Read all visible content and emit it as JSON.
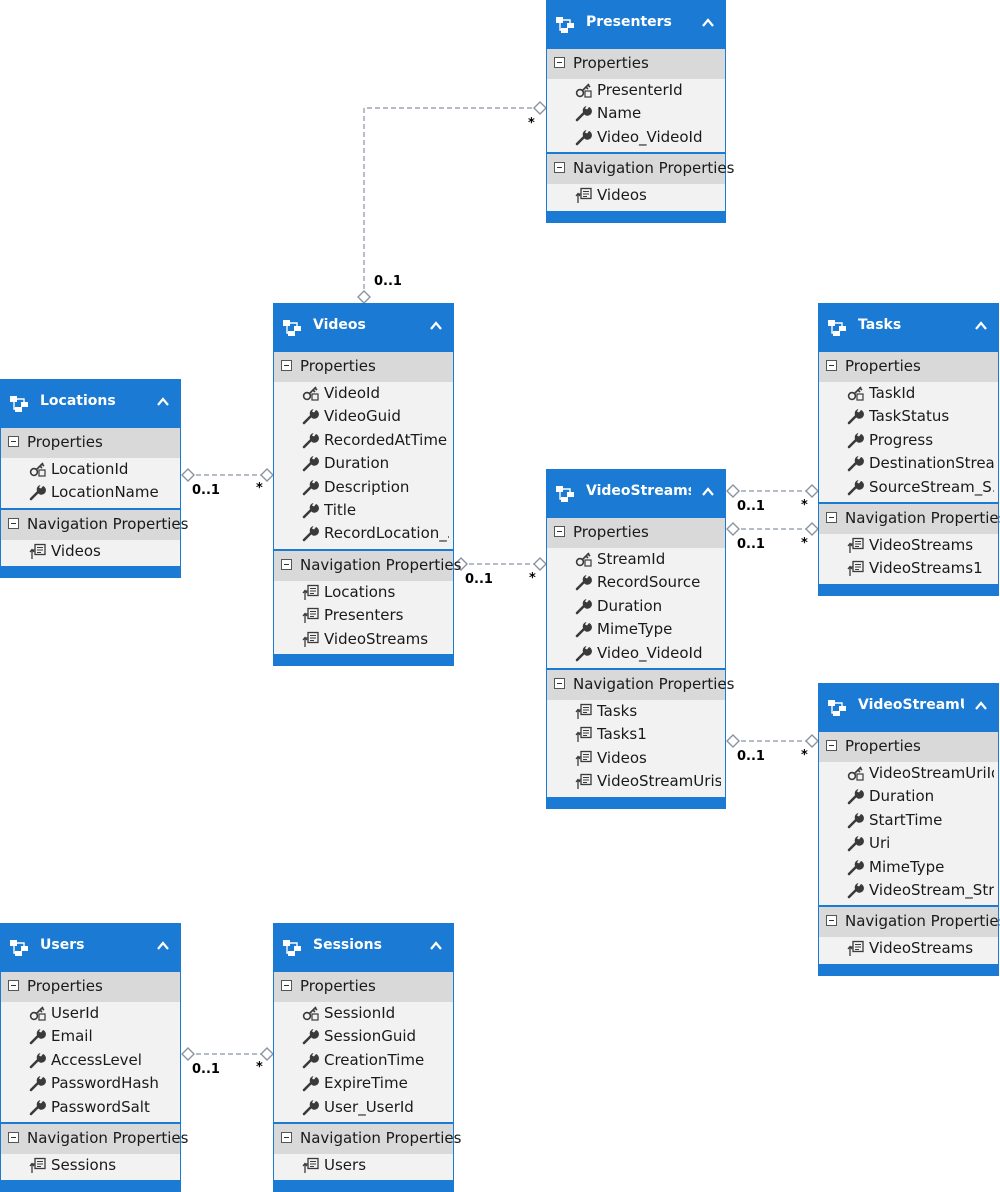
{
  "entities": [
    {
      "key": "presenters",
      "title": "Presenters",
      "properties_label": "Properties",
      "properties": [
        {
          "name": "PresenterId",
          "kind": "key"
        },
        {
          "name": "Name",
          "kind": "prop"
        },
        {
          "name": "Video_VideoId",
          "kind": "prop"
        }
      ],
      "navigation_label": "Navigation Properties",
      "navigation": [
        {
          "name": "Videos"
        }
      ]
    },
    {
      "key": "videos",
      "title": "Videos",
      "properties_label": "Properties",
      "properties": [
        {
          "name": "VideoId",
          "kind": "key"
        },
        {
          "name": "VideoGuid",
          "kind": "prop"
        },
        {
          "name": "RecordedAtTime",
          "kind": "prop"
        },
        {
          "name": "Duration",
          "kind": "prop"
        },
        {
          "name": "Description",
          "kind": "prop"
        },
        {
          "name": "Title",
          "kind": "prop"
        },
        {
          "name": "RecordLocation_...",
          "kind": "prop"
        }
      ],
      "navigation_label": "Navigation Properties",
      "navigation": [
        {
          "name": "Locations"
        },
        {
          "name": "Presenters"
        },
        {
          "name": "VideoStreams"
        }
      ]
    },
    {
      "key": "locations",
      "title": "Locations",
      "properties_label": "Properties",
      "properties": [
        {
          "name": "LocationId",
          "kind": "key"
        },
        {
          "name": "LocationName",
          "kind": "prop"
        }
      ],
      "navigation_label": "Navigation Properties",
      "navigation": [
        {
          "name": "Videos"
        }
      ]
    },
    {
      "key": "tasks",
      "title": "Tasks",
      "properties_label": "Properties",
      "properties": [
        {
          "name": "TaskId",
          "kind": "key"
        },
        {
          "name": "TaskStatus",
          "kind": "prop"
        },
        {
          "name": "Progress",
          "kind": "prop"
        },
        {
          "name": "DestinationStrea...",
          "kind": "prop"
        },
        {
          "name": "SourceStream_S...",
          "kind": "prop"
        }
      ],
      "navigation_label": "Navigation Properties",
      "navigation": [
        {
          "name": "VideoStreams"
        },
        {
          "name": "VideoStreams1"
        }
      ]
    },
    {
      "key": "videostreams",
      "title": "VideoStreams",
      "properties_label": "Properties",
      "properties": [
        {
          "name": "StreamId",
          "kind": "key"
        },
        {
          "name": "RecordSource",
          "kind": "prop"
        },
        {
          "name": "Duration",
          "kind": "prop"
        },
        {
          "name": "MimeType",
          "kind": "prop"
        },
        {
          "name": "Video_VideoId",
          "kind": "prop"
        }
      ],
      "navigation_label": "Navigation Properties",
      "navigation": [
        {
          "name": "Tasks"
        },
        {
          "name": "Tasks1"
        },
        {
          "name": "Videos"
        },
        {
          "name": "VideoStreamUris"
        }
      ]
    },
    {
      "key": "videostreamuris",
      "title": "VideoStreamU...",
      "properties_label": "Properties",
      "properties": [
        {
          "name": "VideoStreamUriId",
          "kind": "key"
        },
        {
          "name": "Duration",
          "kind": "prop"
        },
        {
          "name": "StartTime",
          "kind": "prop"
        },
        {
          "name": "Uri",
          "kind": "prop"
        },
        {
          "name": "MimeType",
          "kind": "prop"
        },
        {
          "name": "VideoStream_Str...",
          "kind": "prop"
        }
      ],
      "navigation_label": "Navigation Properties",
      "navigation": [
        {
          "name": "VideoStreams"
        }
      ]
    },
    {
      "key": "users",
      "title": "Users",
      "properties_label": "Properties",
      "properties": [
        {
          "name": "UserId",
          "kind": "key"
        },
        {
          "name": "Email",
          "kind": "prop"
        },
        {
          "name": "AccessLevel",
          "kind": "prop"
        },
        {
          "name": "PasswordHash",
          "kind": "prop"
        },
        {
          "name": "PasswordSalt",
          "kind": "prop"
        }
      ],
      "navigation_label": "Navigation Properties",
      "navigation": [
        {
          "name": "Sessions"
        }
      ]
    },
    {
      "key": "sessions",
      "title": "Sessions",
      "properties_label": "Properties",
      "properties": [
        {
          "name": "SessionId",
          "kind": "key"
        },
        {
          "name": "SessionGuid",
          "kind": "prop"
        },
        {
          "name": "CreationTime",
          "kind": "prop"
        },
        {
          "name": "ExpireTime",
          "kind": "prop"
        },
        {
          "name": "User_UserId",
          "kind": "prop"
        }
      ],
      "navigation_label": "Navigation Properties",
      "navigation": [
        {
          "name": "Users"
        }
      ]
    }
  ],
  "associations": [
    {
      "key": "videos-presenters",
      "from": "videos",
      "to": "presenters",
      "from_mult": "0..1",
      "to_mult": "*"
    },
    {
      "key": "locations-videos",
      "from": "locations",
      "to": "videos",
      "from_mult": "0..1",
      "to_mult": "*"
    },
    {
      "key": "videos-videostreams",
      "from": "videos",
      "to": "videostreams",
      "from_mult": "0..1",
      "to_mult": "*"
    },
    {
      "key": "videostreams-tasks",
      "from": "videostreams",
      "to": "tasks",
      "from_mult": "0..1",
      "to_mult": "*"
    },
    {
      "key": "videostreams-tasks-1",
      "from": "videostreams",
      "to": "tasks",
      "from_mult": "0..1",
      "to_mult": "*"
    },
    {
      "key": "videostreams-videostreamuris",
      "from": "videostreams",
      "to": "videostreamuris",
      "from_mult": "0..1",
      "to_mult": "*"
    },
    {
      "key": "users-sessions",
      "from": "users",
      "to": "sessions",
      "from_mult": "0..1",
      "to_mult": "*"
    }
  ],
  "colors": {
    "header": "#1a7ad4",
    "section": "#d9d9d9",
    "body": "#f2f2f2",
    "link": "#8a93a3",
    "icon": "#3a3a3a"
  },
  "icons": {
    "entity": "entity-icon",
    "collapse": "chevron-up-icon",
    "section": "minus-box-icon",
    "key": "key-property-icon",
    "property": "wrench-property-icon",
    "navigation": "navigation-property-icon"
  }
}
